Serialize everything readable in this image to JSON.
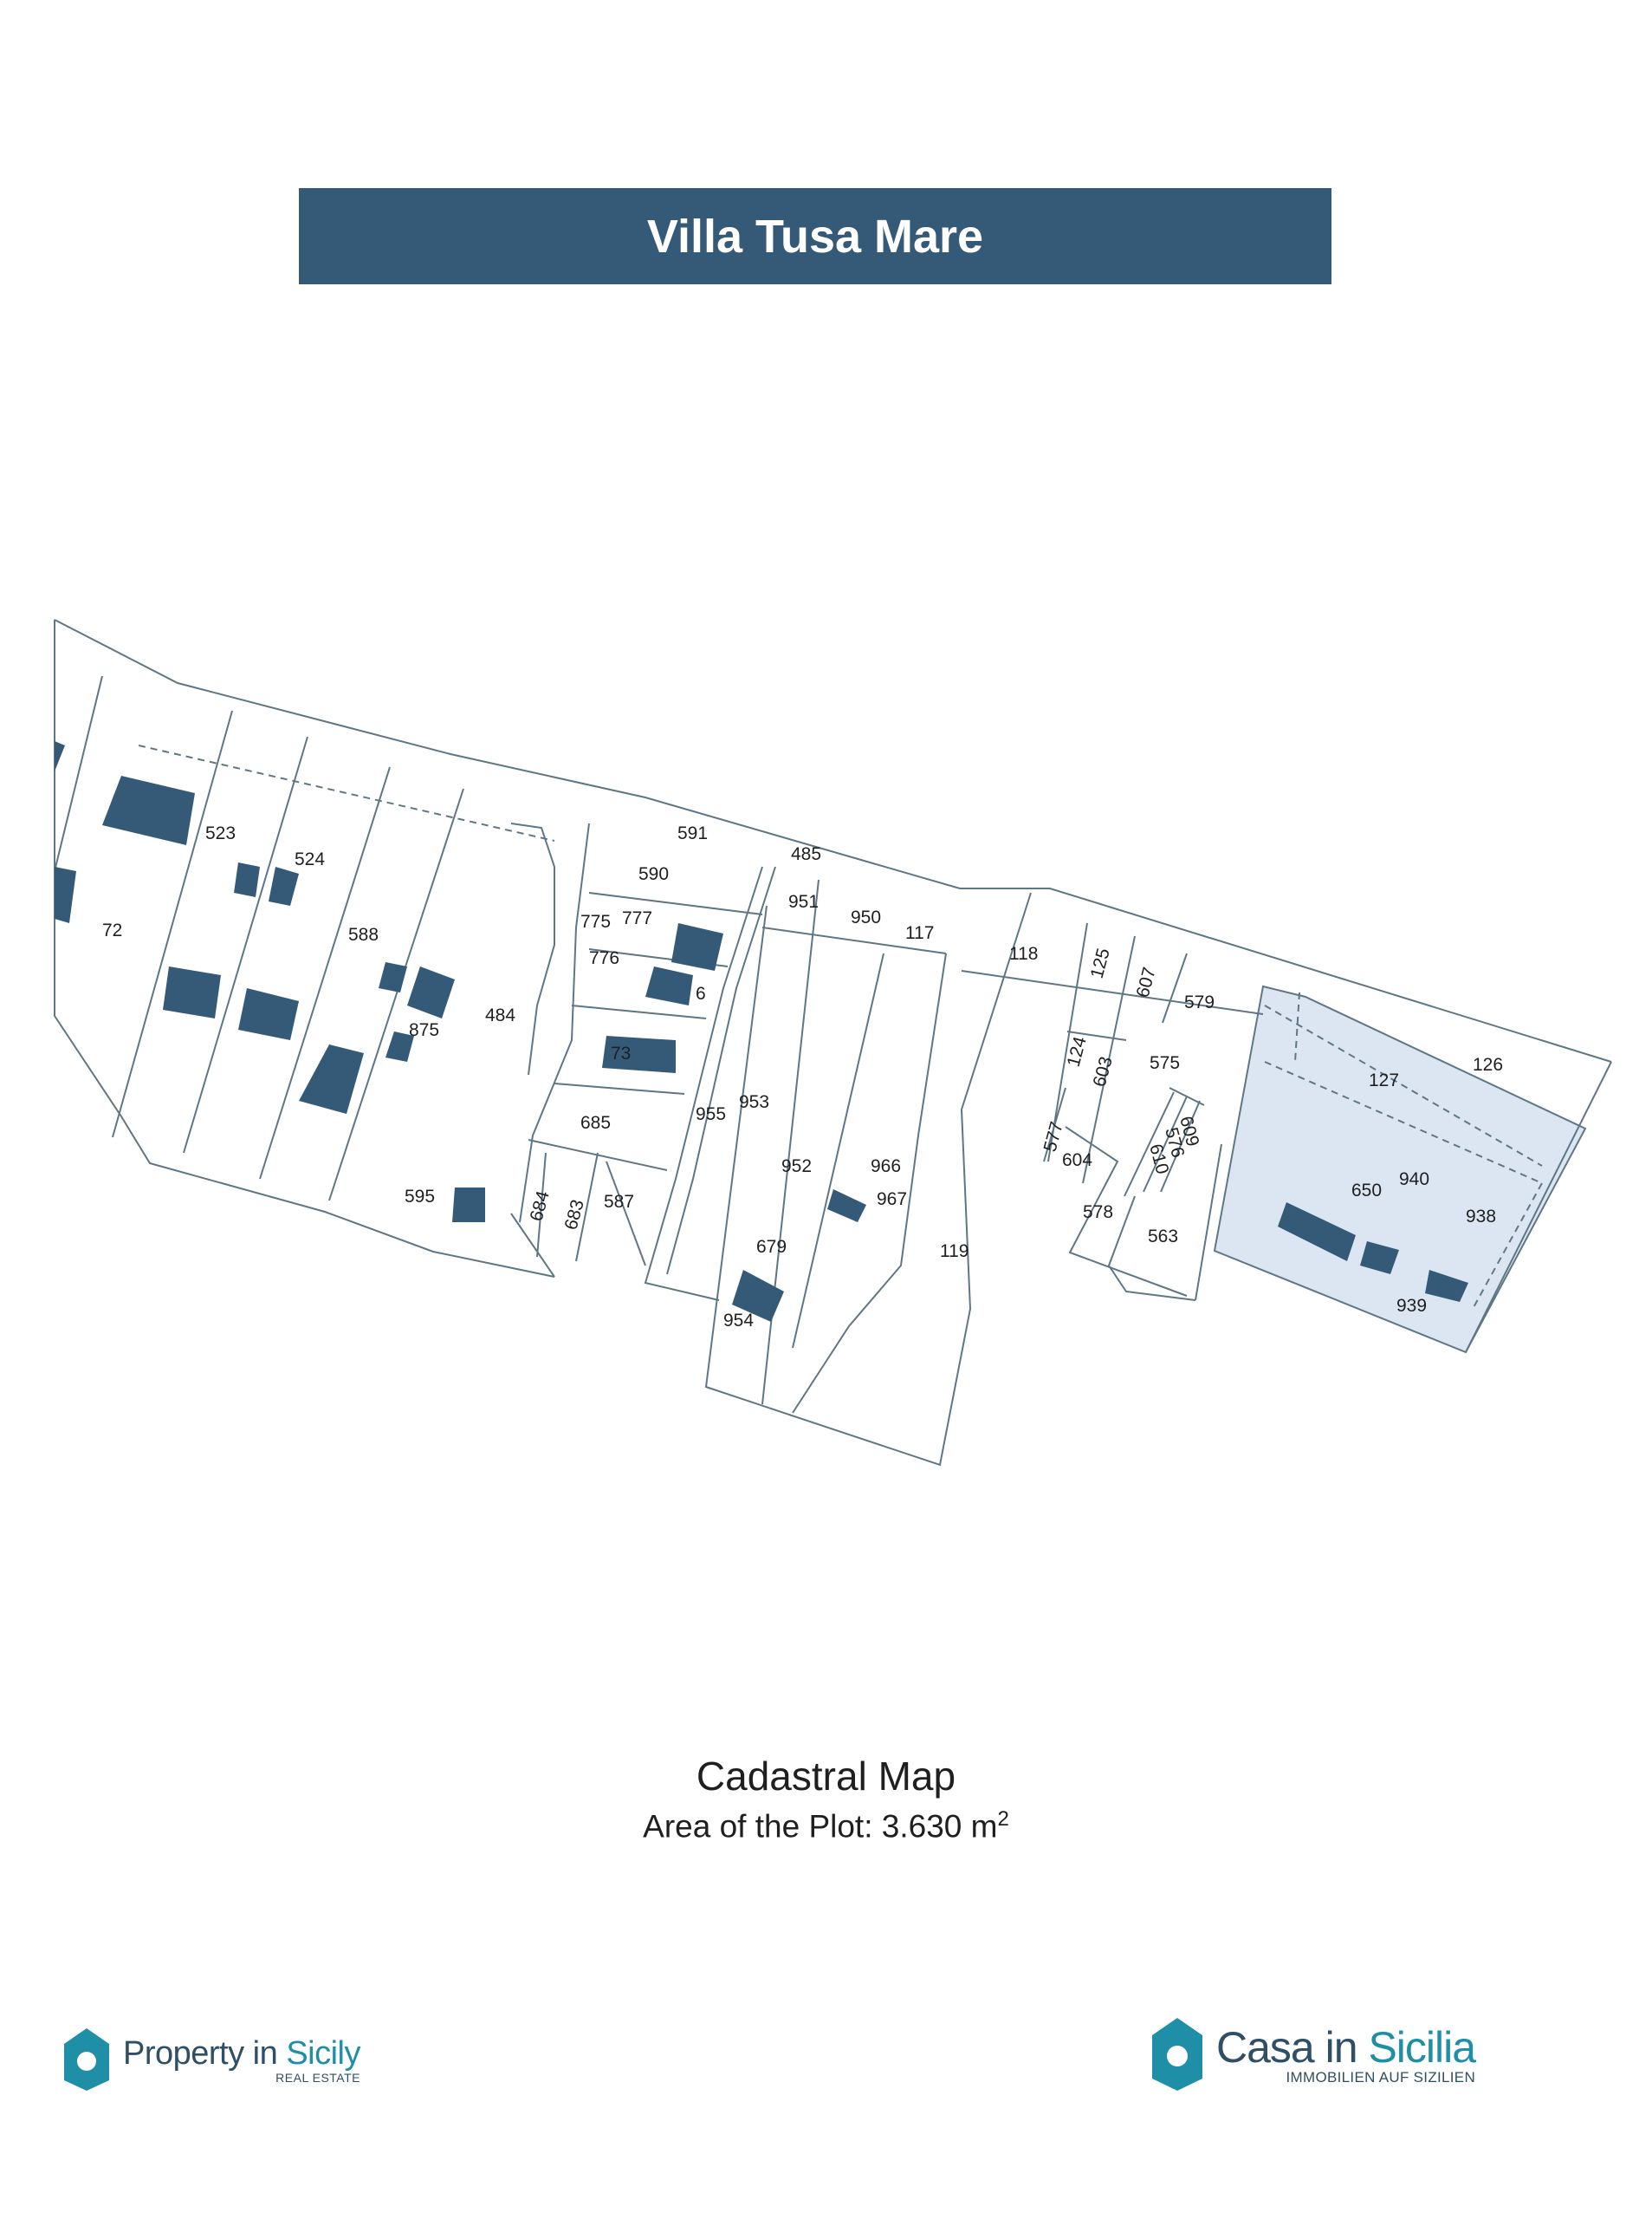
{
  "title": "Villa Tusa Mare",
  "caption": {
    "heading": "Cadastral Map",
    "area_prefix": "Area of the Plot: 3.630 m",
    "area_sup": "2"
  },
  "logos": {
    "left": {
      "name_a": "Property in ",
      "name_b": "Sicily",
      "sub": "REAL ESTATE"
    },
    "right": {
      "name_a": "Casa in ",
      "name_b": "Sicilia",
      "sub": "IMMOBILIEN AUF SIZILIEN"
    }
  },
  "colors": {
    "banner": "#355a78",
    "building": "#355a78",
    "highlight_fill": "#dce6f2",
    "line": "#5f7684",
    "accent": "#1f8fa8"
  },
  "parcels": [
    "72",
    "523",
    "524",
    "588",
    "875",
    "484",
    "591",
    "485",
    "590",
    "775",
    "777",
    "776",
    "6",
    "73",
    "951",
    "950",
    "117",
    "118",
    "125",
    "607",
    "579",
    "127",
    "126",
    "124",
    "603",
    "575",
    "577",
    "604",
    "609",
    "576",
    "610",
    "578",
    "563",
    "650",
    "940",
    "938",
    "939",
    "685",
    "955",
    "953",
    "952",
    "966",
    "967",
    "679",
    "954",
    "119",
    "595",
    "684",
    "683",
    "587"
  ],
  "highlighted_parcels": [
    "127",
    "650",
    "940",
    "938",
    "939"
  ]
}
